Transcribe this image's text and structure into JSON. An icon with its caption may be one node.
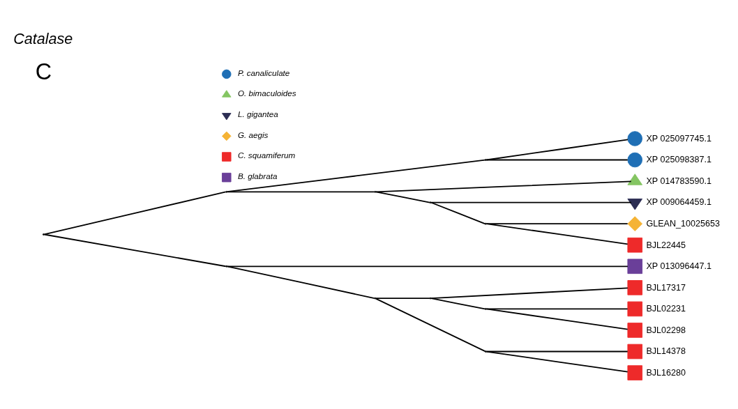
{
  "diagram": {
    "nodes": [
      {
        "text": [],
        "shape": "point"
      },
      {
        "text": [],
        "shape": "point"
      },
      {
        "text": [],
        "shape": "point"
      },
      {
        "text": [
          "XP 025097745.1"
        ]
      },
      {
        "text": [
          "XP 025098387.1"
        ]
      },
      {
        "text": [],
        "shape": "point"
      },
      {
        "text": [
          "XP 014783590.1"
        ]
      },
      {
        "text": [],
        "shape": "point"
      },
      {
        "text": [
          "XP 009064459.1"
        ]
      },
      {
        "text": [],
        "shape": "point"
      },
      {
        "text": [
          "GLEAN_10025653"
        ]
      },
      {
        "text": [
          "BJL22445"
        ]
      },
      {
        "text": [],
        "shape": "point"
      },
      {
        "text": [
          "XP 013096447.1"
        ]
      },
      {
        "text": [],
        "shape": "point"
      },
      {
        "text": [],
        "shape": "point"
      },
      {
        "text": [
          "BJL17317"
        ]
      },
      {
        "text": [],
        "shape": "point"
      },
      {
        "text": [
          "BJL02231"
        ]
      },
      {
        "text": [
          "BJL02298"
        ]
      },
      {
        "text": [],
        "shape": "point"
      },
      {
        "text": [
          "BJL14378"
        ]
      },
      {
        "text": [
          "BJL16280"
        ]
      }
    ],
    "edges": [
      {
        "from": 0,
        "to": 1,
        "arrow": "none"
      },
      {
        "from": 1,
        "to": 2,
        "arrow": "none"
      },
      {
        "from": 2,
        "to": 3,
        "arrow": "none"
      },
      {
        "from": 2,
        "to": 4,
        "arrow": "none"
      },
      {
        "from": 1,
        "to": 5,
        "arrow": "none"
      },
      {
        "from": 5,
        "to": 6,
        "arrow": "none"
      },
      {
        "from": 5,
        "to": 7,
        "arrow": "none"
      },
      {
        "from": 7,
        "to": 8,
        "arrow": "none"
      },
      {
        "from": 7,
        "to": 9,
        "arrow": "none"
      },
      {
        "from": 9,
        "to": 10,
        "arrow": "none"
      },
      {
        "from": 9,
        "to": 11,
        "arrow": "none"
      },
      {
        "from": 0,
        "to": 12,
        "arrow": "none"
      },
      {
        "from": 12,
        "to": 13,
        "arrow": "none"
      },
      {
        "from": 12,
        "to": 14,
        "arrow": "none"
      },
      {
        "from": 14,
        "to": 15,
        "arrow": "none"
      },
      {
        "from": 15,
        "to": 16,
        "arrow": "none"
      },
      {
        "from": 15,
        "to": 17,
        "arrow": "none"
      },
      {
        "from": 17,
        "to": 18,
        "arrow": "none"
      },
      {
        "from": 17,
        "to": 19,
        "arrow": "none"
      },
      {
        "from": 14,
        "to": 20,
        "arrow": "none"
      },
      {
        "from": 20,
        "to": 21,
        "arrow": "none"
      },
      {
        "from": 20,
        "to": 22,
        "arrow": "none"
      }
    ],
    "labels": [
      "C",
      "Catalase"
    ],
    "legend": [
      {
        "text": "P. canaliculate",
        "color": "#1f6fb5"
      },
      {
        "text": "O. bimaculoides",
        "color": "#84c562"
      },
      {
        "text": "L. gigantea",
        "color": "#2b2d53"
      },
      {
        "text": "G. aegis",
        "color": "#f5b335"
      },
      {
        "text": "C. squamiferum",
        "color": "#ee2a2a"
      },
      {
        "text": "B. glabrata",
        "color": "#6a3f99"
      }
    ]
  }
}
